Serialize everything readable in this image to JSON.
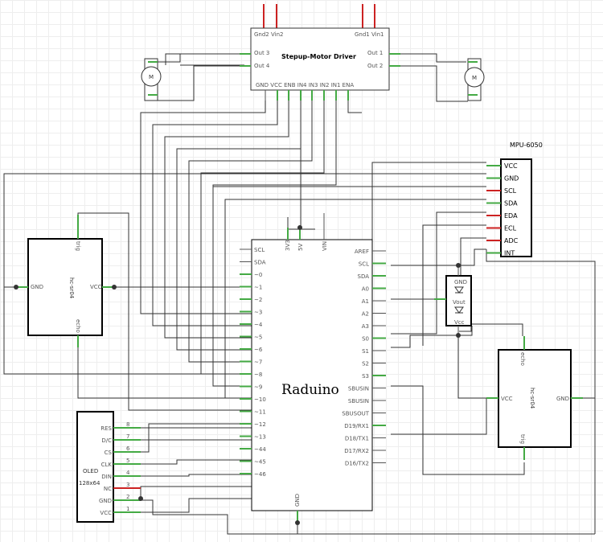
{
  "driver": {
    "title": "Stepup-Motor Driver",
    "top_left_pins": "Gnd2 Vin2",
    "top_right_pins": "Gnd1 Vin1",
    "out3": "Out 3",
    "out4": "Out 4",
    "out1": "Out 1",
    "out2": "Out 2",
    "bottom_pins": "GND  VCC ENB IN4  IN3  IN2  IN1 ENA"
  },
  "motor_label": "M",
  "mpu": {
    "title": "MPU-6050",
    "pins": [
      "VCC",
      "GND",
      "SCL",
      "SDA",
      "EDA",
      "ECL",
      "ADC",
      "INT"
    ]
  },
  "mcu": {
    "title": "Raduino",
    "top_pins": [
      "3V3",
      "5V",
      "VIN"
    ],
    "left_pins": [
      "SCL",
      "SDA",
      "0",
      "1",
      "2",
      "3",
      "4",
      "5",
      "6",
      "7",
      "8",
      "9",
      "10",
      "11",
      "12",
      "13",
      "44",
      "45",
      "46"
    ],
    "right_pins": [
      "AREF",
      "SCL",
      "SDA",
      "A0",
      "A1",
      "A2",
      "A3",
      "S0",
      "S1",
      "S2",
      "S3",
      "SBUSIN",
      "SBUSIN",
      "SBUSOUT",
      "D19/RX1",
      "D18/TX1",
      "D17/RX2",
      "D16/TX2"
    ],
    "bottom_pin": "GND"
  },
  "sonar_left": {
    "title": "hc-sr04",
    "gnd": "GND",
    "vcc": "VCC",
    "trig": "trig",
    "echo": "echo"
  },
  "sonar_right": {
    "title": "hc-sr04",
    "gnd": "GND",
    "vcc": "VCC",
    "trig": "trig",
    "echo": "echo"
  },
  "oled": {
    "title": "OLED",
    "size": "128x64",
    "pins": [
      "RES",
      "D/C",
      "CS",
      "CLK",
      "DIN",
      "NC",
      "GND",
      "VCC"
    ],
    "pin_numbers": [
      "8",
      "7",
      "6",
      "5",
      "4",
      "3",
      "2",
      "1"
    ]
  },
  "ldr": {
    "gnd": "GND",
    "vout": "Vout",
    "vcc": "Vcc"
  }
}
